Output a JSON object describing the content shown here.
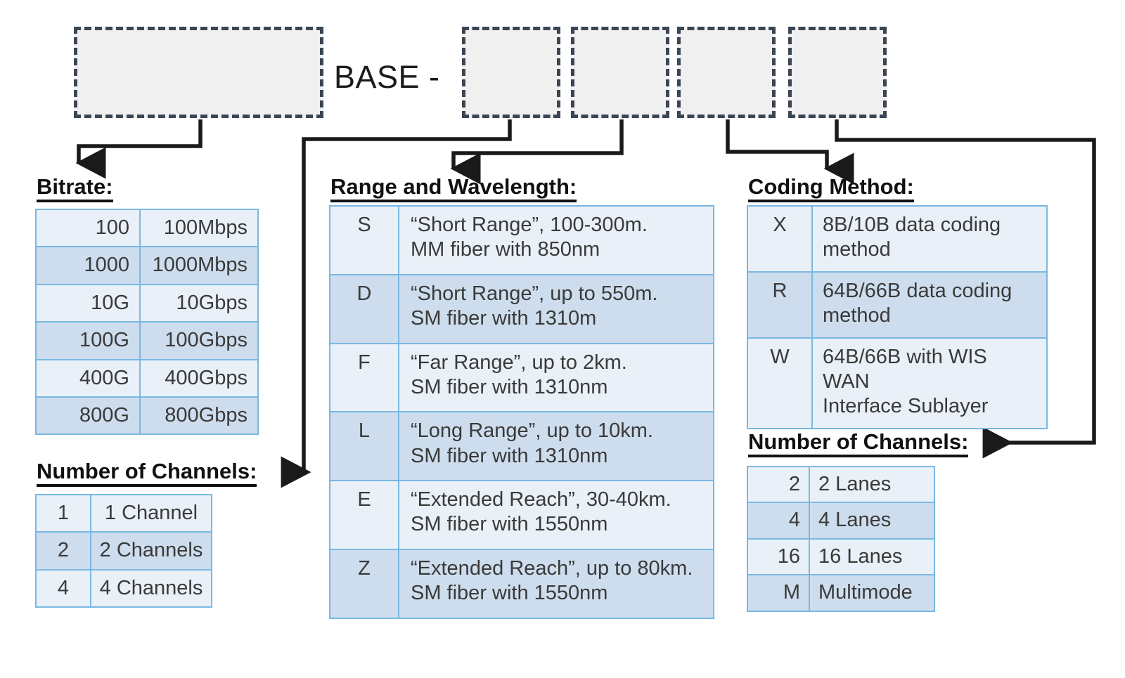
{
  "diagram": {
    "title_fragment": "BASE -",
    "placeholder_boxes": [
      {
        "name": "bitrate-slot"
      },
      {
        "name": "range-wavelength-slot"
      },
      {
        "name": "coding-method-slot"
      },
      {
        "name": "channels-slot-a"
      },
      {
        "name": "channels-slot-b"
      }
    ]
  },
  "sections": {
    "bitrate": {
      "heading": "Bitrate:",
      "rows": [
        {
          "code": "100",
          "desc": "100Mbps"
        },
        {
          "code": "1000",
          "desc": "1000Mbps"
        },
        {
          "code": "10G",
          "desc": "10Gbps"
        },
        {
          "code": "100G",
          "desc": "100Gbps"
        },
        {
          "code": "400G",
          "desc": "400Gbps"
        },
        {
          "code": "800G",
          "desc": "800Gbps"
        }
      ]
    },
    "channels_left": {
      "heading": "Number of Channels:",
      "rows": [
        {
          "code": "1",
          "desc": "1 Channel"
        },
        {
          "code": "2",
          "desc": "2 Channels"
        },
        {
          "code": "4",
          "desc": "4 Channels"
        }
      ]
    },
    "range": {
      "heading": "Range and Wavelength:",
      "rows": [
        {
          "code": "S",
          "line1": "“Short Range”, 100-300m.",
          "line2": "MM fiber with 850nm"
        },
        {
          "code": "D",
          "line1": "“Short Range”, up to 550m.",
          "line2": "SM fiber with 1310m"
        },
        {
          "code": "F",
          "line1": "“Far Range”, up to 2km.",
          "line2": "SM fiber with 1310nm"
        },
        {
          "code": "L",
          "line1": "“Long Range”, up to 10km.",
          "line2": "SM fiber with 1310nm"
        },
        {
          "code": "E",
          "line1": "“Extended Reach”, 30-40km.",
          "line2": "SM fiber with 1550nm"
        },
        {
          "code": "Z",
          "line1": "“Extended Reach”, up to 80km.",
          "line2": "SM fiber with 1550nm"
        }
      ]
    },
    "coding": {
      "heading": "Coding Method:",
      "rows": [
        {
          "code": "X",
          "line1": "8B/10B data coding",
          "line2": "method"
        },
        {
          "code": "R",
          "line1": "64B/66B data coding",
          "line2": "method"
        },
        {
          "code": "W",
          "line1": "64B/66B with WIS WAN",
          "line2": "Interface Sublayer"
        }
      ]
    },
    "channels_right": {
      "heading": "Number of Channels:",
      "rows": [
        {
          "code": "2",
          "desc": "2 Lanes"
        },
        {
          "code": "4",
          "desc": "4 Lanes"
        },
        {
          "code": "16",
          "desc": "16 Lanes"
        },
        {
          "code": "M",
          "desc": "Multimode"
        }
      ]
    }
  },
  "colors": {
    "row_odd": "#e9f0f7",
    "row_even": "#cddded",
    "cell_border": "#79b8e3",
    "box_fill": "#f0f0f0",
    "box_border": "#3b4654",
    "connector": "#1a1a1a",
    "heading_text": "#111111"
  }
}
